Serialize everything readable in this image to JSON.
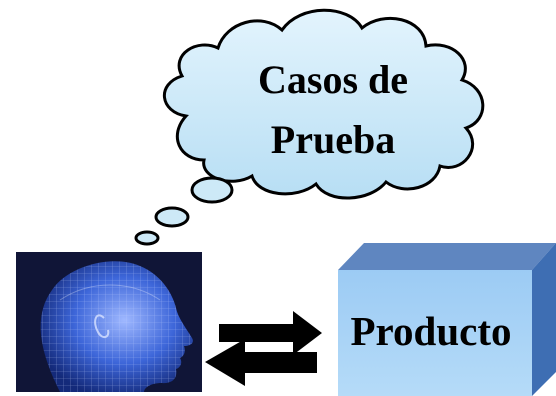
{
  "thought_cloud": {
    "line1": "Casos de",
    "line2": "Prueba",
    "fill_color": "#cde9f7",
    "stroke_color": "#000000"
  },
  "head_image": {
    "icon": "human-head-wireframe-profile-icon",
    "color": "#3d66d9",
    "background": "#0c0f2a"
  },
  "arrows": {
    "top_direction": "right",
    "bottom_direction": "left",
    "color": "#000000"
  },
  "product_box": {
    "label": "Producto",
    "front_color": "#a8d2f5",
    "top_color": "#5f86c0",
    "side_color": "#3e6eb3"
  }
}
